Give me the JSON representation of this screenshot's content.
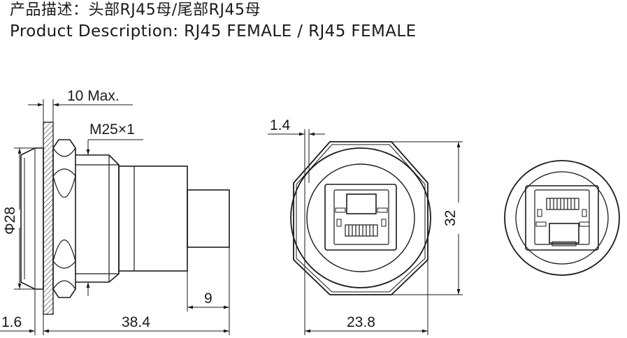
{
  "title_cn": "产品描述：头部RJ45母/尾部RJ45母",
  "title_en": "Product Description: RJ45 FEMALE / RJ45 FEMALE",
  "side_view": {
    "dim_head_thickness": "10 Max.",
    "dim_thread": "M25×1",
    "dim_diameter": "Φ28",
    "dim_panel_offset": "1.6",
    "dim_total_length": "38.4",
    "dim_tail": "9"
  },
  "front_view": {
    "dim_offset": "1.4",
    "dim_height": "32",
    "dim_width": "23.8"
  }
}
